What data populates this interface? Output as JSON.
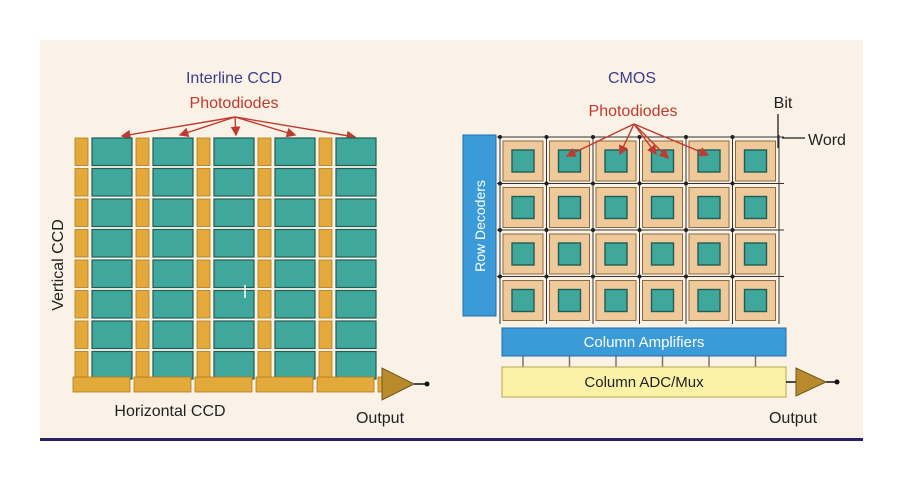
{
  "ccd": {
    "title": "Interline CCD",
    "photodiodes_label": "Photodiodes",
    "vertical_label": "Vertical CCD",
    "horizontal_label": "Horizontal CCD",
    "output_label": "Output",
    "rows": 8,
    "columns": 5
  },
  "cmos": {
    "title": "CMOS",
    "photodiodes_label": "Photodiodes",
    "bit_label": "Bit",
    "word_label": "Word",
    "row_decoders_label": "Row Decoders",
    "column_amplifiers_label": "Column Amplifiers",
    "column_adc_label": "Column ADC/Mux",
    "output_label": "Output",
    "rows": 4,
    "columns": 6
  },
  "colors": {
    "panel": "#faf2e6",
    "teal": "#3fa79b",
    "orange": "#e3a93a",
    "cell": "#f0c99a",
    "blue": "#3b9ad8",
    "yellow": "#fbf2a8",
    "arrow": "#c03a2f",
    "title_blue": "#3d3d8c",
    "triangle": "#b88a2c",
    "rule": "#25226b"
  }
}
